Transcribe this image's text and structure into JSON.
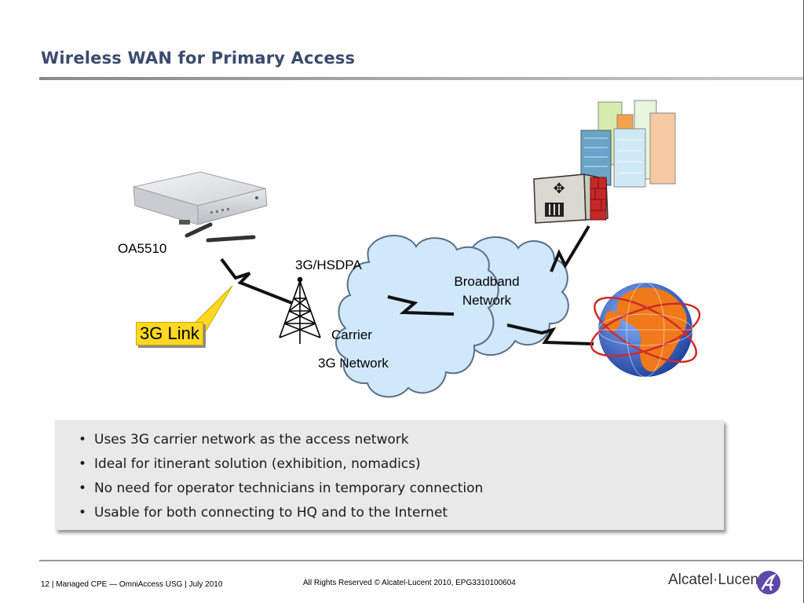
{
  "slide": {
    "title": "Wireless WAN for Primary Access"
  },
  "diagram": {
    "device_label": "OA5510",
    "link_label": "3G/HSDPA",
    "callout": "3G Link",
    "broadband_label_line1": "Broadband",
    "broadband_label_line2": "Network",
    "carrier_label": "Carrier",
    "carrier_network_label": "3G Network",
    "icons": [
      "router-device-icon",
      "antenna-tower-icon",
      "cloud-icon",
      "buildings-icon",
      "firewall-router-icon",
      "globe-icon",
      "lightning-link-icon"
    ],
    "colors": {
      "cloud_fill": "#cfe9fb",
      "cloud_stroke": "#5a6e8a",
      "callout_fill": "#ffd820",
      "globe_land": "#f07a1a",
      "globe_sea": "#2f64c8",
      "title": "#3a4a6e"
    }
  },
  "bullets": [
    "Uses 3G carrier network as the access network",
    "Ideal for itinerant solution (exhibition, nomadics)",
    "No need for operator technicians in temporary connection",
    "Usable for both connecting to HQ and to the Internet"
  ],
  "footer": {
    "left": "12 | Managed CPE — OmniAccess USG | July 2010",
    "center": "All Rights Reserved © Alcatel-Lucent 2010, EPG3310100604",
    "brand": "Alcatel·Lucent"
  }
}
